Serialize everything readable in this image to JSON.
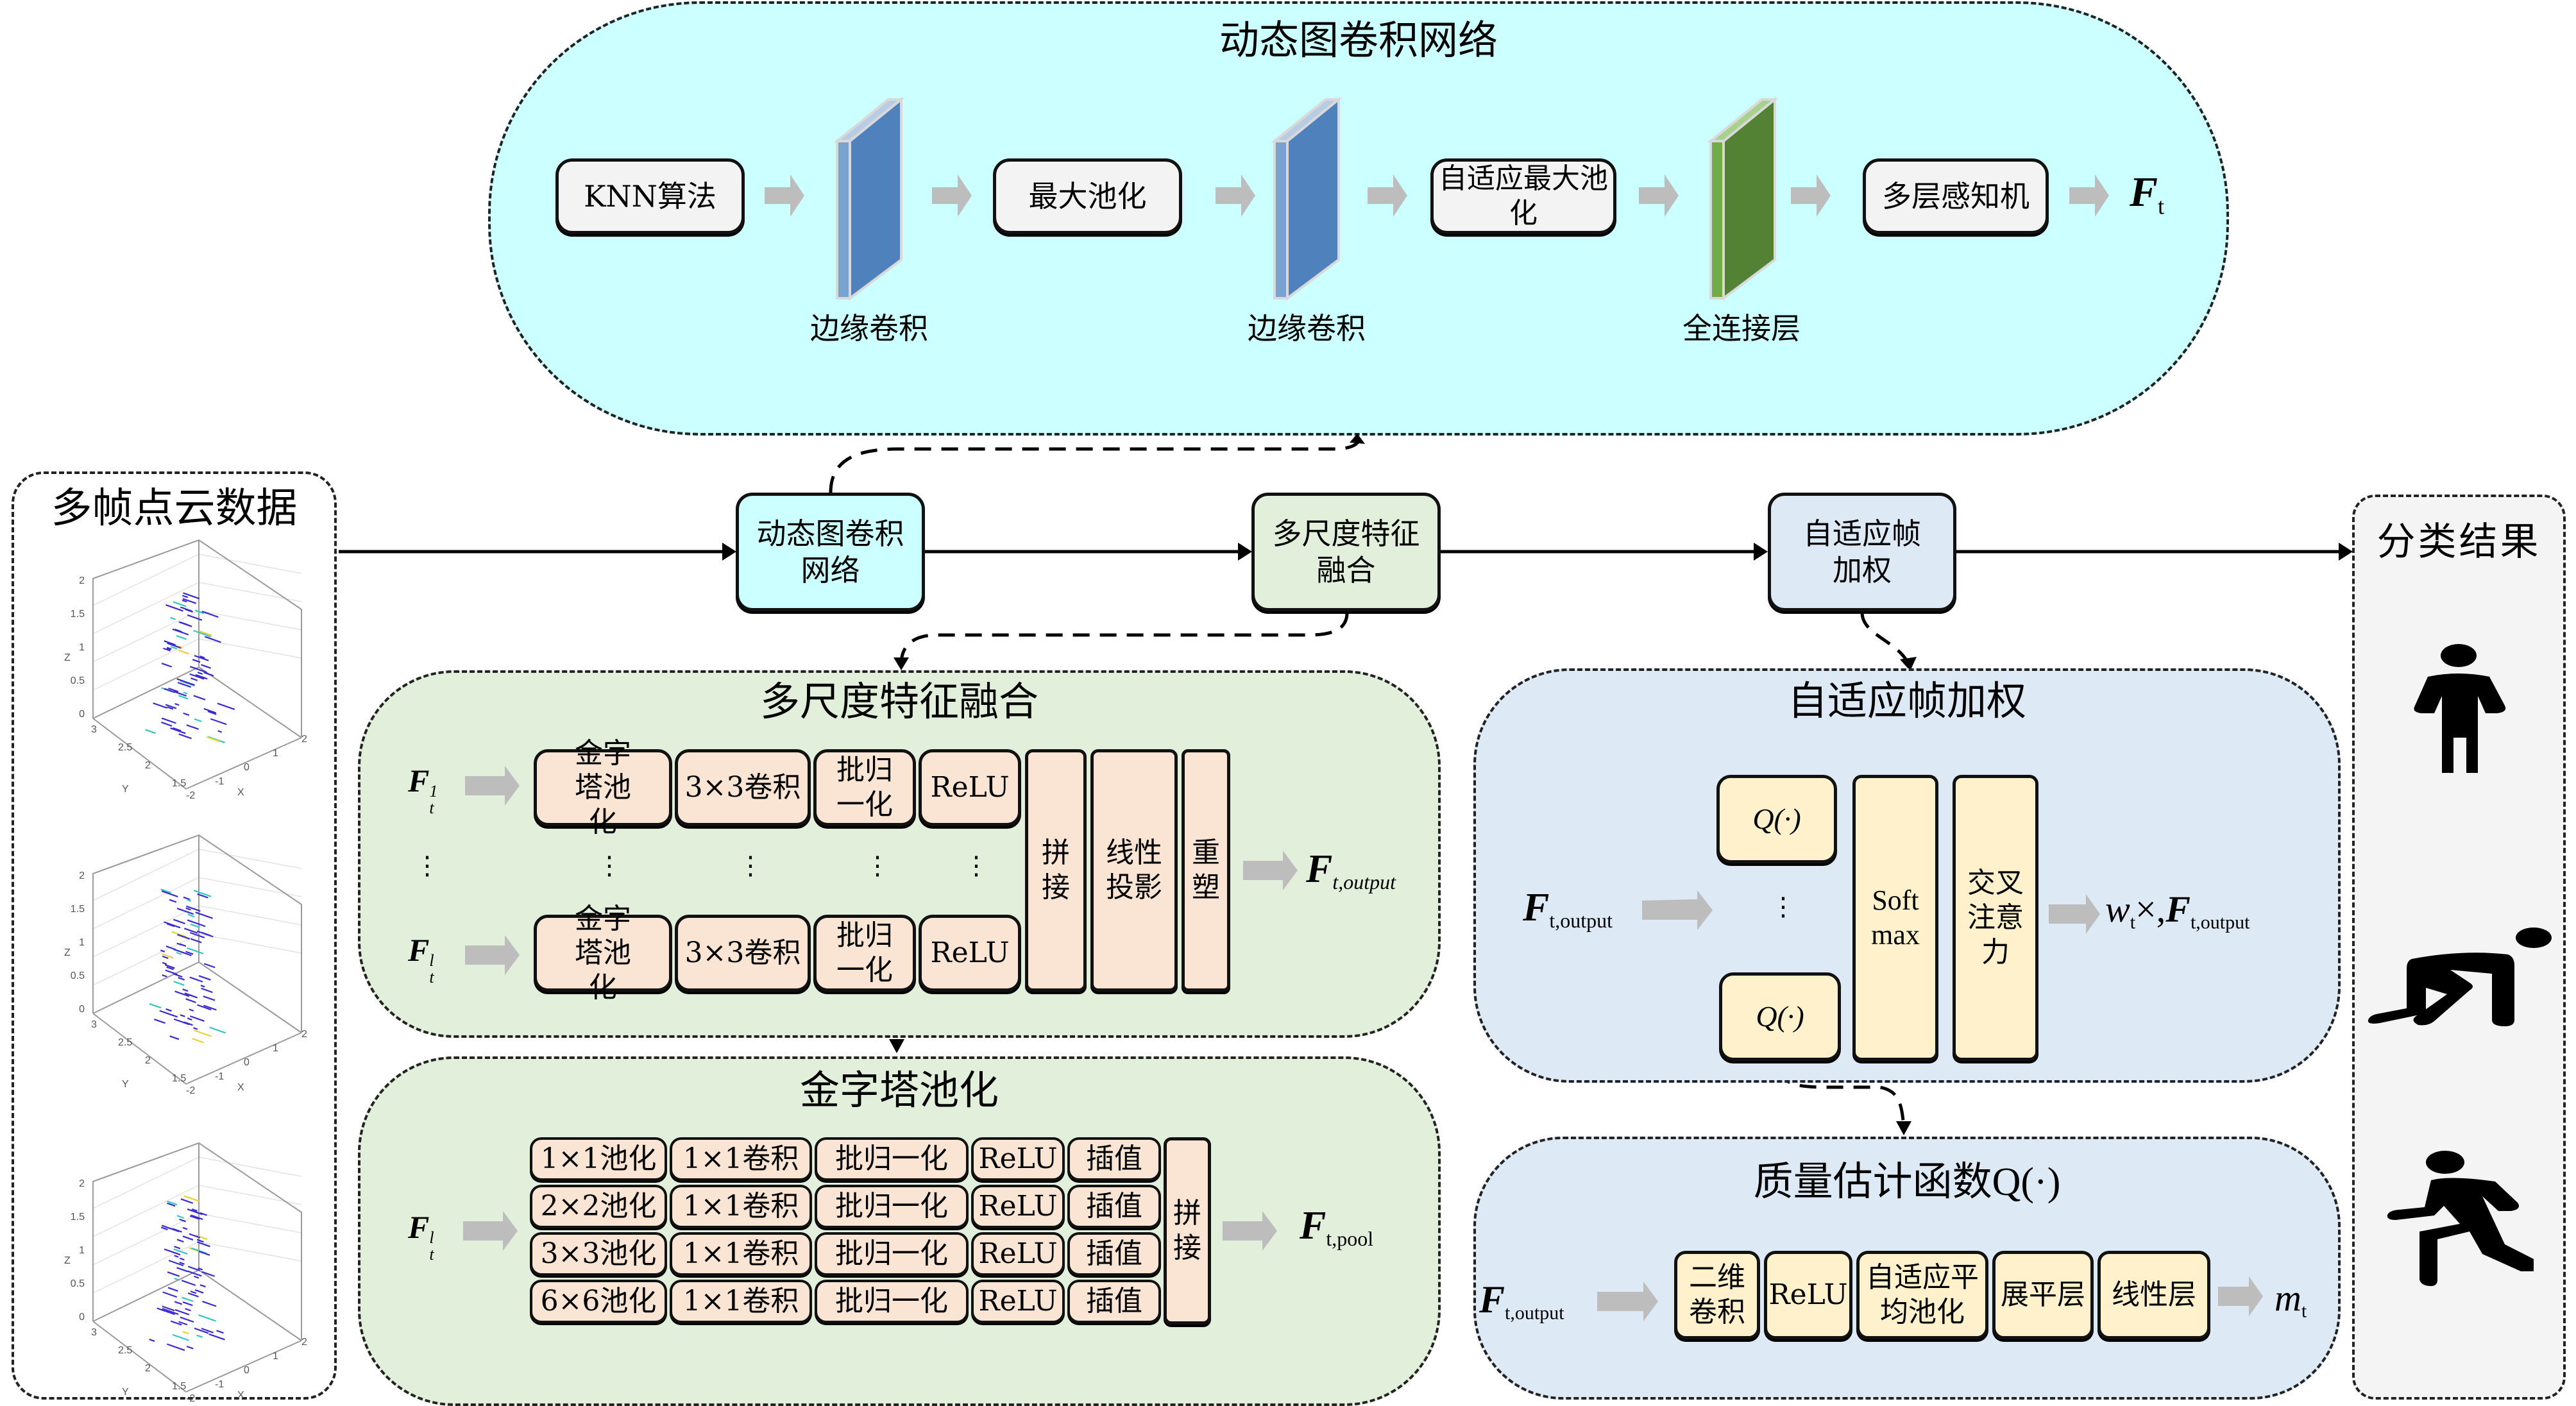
{
  "dgcnn_panel": {
    "title": "动态图卷积网络",
    "knn_label": "KNN算法",
    "edgeconv1_label": "边缘卷积",
    "maxpool_label": "最大池化",
    "edgeconv2_label": "边缘卷积",
    "adaptive_maxpool_label": "自适应最大池化",
    "fc_label": "全连接层",
    "mlp_label": "多层感知机",
    "output_symbol": "F",
    "output_sub": "t",
    "colors": {
      "background": "#ccffff",
      "edgeconv": "#4f81bd",
      "fc": "#5a8a3a"
    }
  },
  "input_panel": {
    "title": "多帧点云数据",
    "plots": [
      {
        "z_ticks": [
          "2",
          "1.5",
          "1",
          "0.5",
          "0"
        ],
        "y_ticks": [
          "3",
          "2.5",
          "2",
          "1.5"
        ],
        "x_ticks": [
          "-2",
          "-1",
          "0",
          "1",
          "2"
        ],
        "z_label": "Z",
        "y_label": "Y",
        "x_label": "X"
      },
      {
        "z_ticks": [
          "2",
          "1.5",
          "1",
          "0.5",
          "0"
        ],
        "y_ticks": [
          "3",
          "2.5",
          "2",
          "1.5"
        ],
        "x_ticks": [
          "-2",
          "-1",
          "0",
          "1",
          "2"
        ],
        "z_label": "Z",
        "y_label": "Y",
        "x_label": "X"
      },
      {
        "z_ticks": [
          "2",
          "1.5",
          "1",
          "0.5",
          "0"
        ],
        "y_ticks": [
          "3",
          "2.5",
          "2",
          "1.5"
        ],
        "x_ticks": [
          "-2",
          "-1",
          "0",
          "1",
          "2"
        ],
        "z_label": "Z",
        "y_label": "Y",
        "x_label": "X"
      }
    ]
  },
  "main_flow": {
    "dgcnn_box": "动态图卷积网络",
    "msff_box": "多尺度特征融合",
    "afw_box": "自适应帧加权"
  },
  "result_panel": {
    "title": "分类结果",
    "icons": [
      "standing-person-icon",
      "fallen-person-icon",
      "walking-person-icon"
    ]
  },
  "msff_panel": {
    "title": "多尺度特征融合",
    "input_top": {
      "symbol": "F",
      "sub": "t",
      "sup": "1"
    },
    "input_bottom": {
      "symbol": "F",
      "sub": "t",
      "sup": "l"
    },
    "row_blocks": [
      "金字塔池化",
      "3×3卷积",
      "批归一化",
      "ReLU"
    ],
    "concat_label": "拼接",
    "linear_label": "线性投影",
    "reshape_label": "重塑",
    "output": {
      "symbol": "F",
      "sub": "t,output"
    },
    "ellipsis": "⋮"
  },
  "ppm_panel": {
    "title": "金字塔池化",
    "input": {
      "symbol": "F",
      "sub": "t",
      "sup": "l"
    },
    "rows": [
      {
        "pool": "1×1池化",
        "conv": "1×1卷积",
        "bn": "批归一化",
        "act": "ReLU",
        "interp": "插值"
      },
      {
        "pool": "2×2池化",
        "conv": "1×1卷积",
        "bn": "批归一化",
        "act": "ReLU",
        "interp": "插值"
      },
      {
        "pool": "3×3池化",
        "conv": "1×1卷积",
        "bn": "批归一化",
        "act": "ReLU",
        "interp": "插值"
      },
      {
        "pool": "6×6池化",
        "conv": "1×1卷积",
        "bn": "批归一化",
        "act": "ReLU",
        "interp": "插值"
      }
    ],
    "concat_label": "拼接",
    "output": {
      "symbol": "F",
      "sub": "t,pool"
    }
  },
  "afw_panel": {
    "title": "自适应帧加权",
    "input": {
      "symbol": "F",
      "sub": "t,output"
    },
    "q_label": "Q(·)",
    "ellipsis": "⋮",
    "softmax_label": "Soft max",
    "cross_attn_label": "交叉注意力",
    "output_w": "w",
    "output_w_sub": "t",
    "output_times": "×,",
    "output_F": "F",
    "output_F_sub": "t,output"
  },
  "qe_panel": {
    "title": "质量估计函数Q(·)",
    "input": {
      "symbol": "F",
      "sub": "t,output"
    },
    "blocks": [
      "二维卷积",
      "ReLU",
      "自适应平均池化",
      "展平层",
      "线性层"
    ],
    "output": {
      "symbol": "m",
      "sub": "t"
    }
  },
  "colors": {
    "dgcnn_bg": "#ccffff",
    "green_panel": "#e2efda",
    "blue_panel": "#dde9f5",
    "result_bg": "#f4f4f4",
    "peach_block": "#fae4d3",
    "yellow_block": "#fff1cc",
    "gray_arrow": "#bdbdbd"
  }
}
